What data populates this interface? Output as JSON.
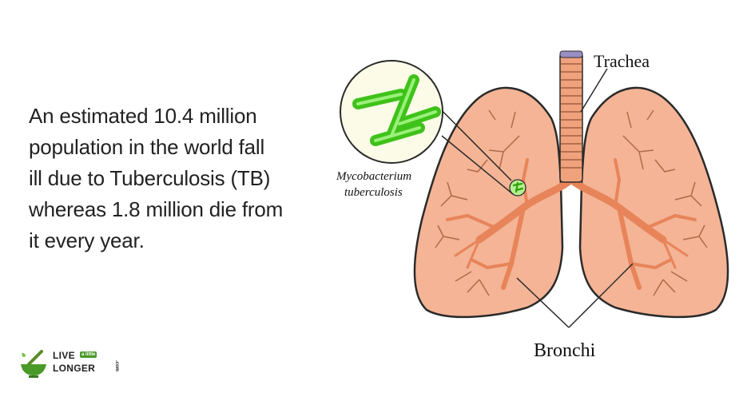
{
  "headline": {
    "lines": [
      "An estimated 10.4 million",
      "population in the world fall",
      "ill due to Tuberculosis (TB)",
      "whereas 1.8 million die from",
      "it every year."
    ]
  },
  "diagram": {
    "labels": {
      "trachea": "Trachea",
      "bronchi": "Bronchi",
      "bacterium_line1": "Mycobacterium",
      "bacterium_line2": "tuberculosis"
    },
    "colors": {
      "lung_fill": "#f4b495",
      "lung_stroke": "#2a2a2a",
      "bronchi_fill": "#e8845a",
      "trachea_ring": "#f0a27c",
      "trachea_top": "#9a8fc4",
      "bacteria": "#3fc21a"
    }
  },
  "logo": {
    "line1": "LIVE",
    "badge": "a little",
    "line2": "LONGER",
    "suffix": ".com",
    "icon": "mortar-pestle-icon"
  }
}
